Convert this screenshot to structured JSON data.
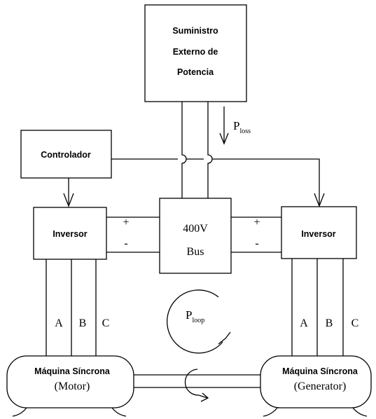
{
  "supply": {
    "line1": "Suministro",
    "line2": "Externo de",
    "line3": "Potencia"
  },
  "p_loss": {
    "symbol": "P",
    "subscript": "loss"
  },
  "controller": {
    "label": "Controlador"
  },
  "inverter_left": {
    "label": "Inversor"
  },
  "inverter_right": {
    "label": "Inversor"
  },
  "bus": {
    "line1": "400V",
    "line2": "Bus"
  },
  "polarity": {
    "plus": "+",
    "minus": "-"
  },
  "phases": [
    "A",
    "B",
    "C"
  ],
  "p_loop": {
    "symbol": "P",
    "subscript": "loop"
  },
  "machine_left": {
    "title": "Máquina Síncrona",
    "role": "(Motor)"
  },
  "machine_right": {
    "title": "Máquina Síncrona",
    "role": "(Generator)"
  }
}
